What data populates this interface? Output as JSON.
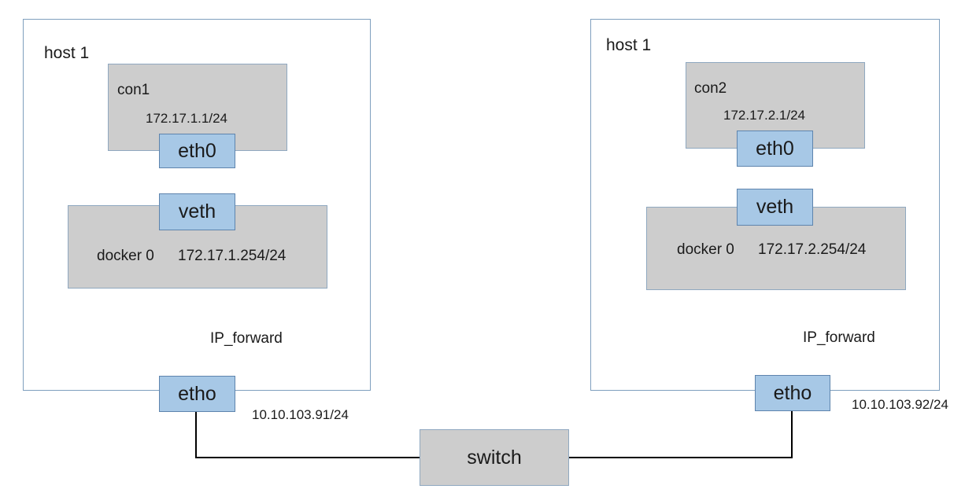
{
  "left_host": {
    "label": "host 1",
    "container": {
      "name": "con1",
      "ip": "172.17.1.1/24"
    },
    "eth0": "eth0",
    "veth": "veth",
    "bridge": {
      "name": "docker 0",
      "ip": "172.17.1.254/24"
    },
    "forward": "IP_forward",
    "nic": "etho",
    "nic_ip": "10.10.103.91/24"
  },
  "right_host": {
    "label": "host 1",
    "container": {
      "name": "con2",
      "ip": "172.17.2.1/24"
    },
    "eth0": "eth0",
    "veth": "veth",
    "bridge": {
      "name": "docker 0",
      "ip": "172.17.2.254/24"
    },
    "forward": "IP_forward",
    "nic": "etho",
    "nic_ip": "10.10.103.92/24"
  },
  "switch": {
    "label": "switch"
  }
}
